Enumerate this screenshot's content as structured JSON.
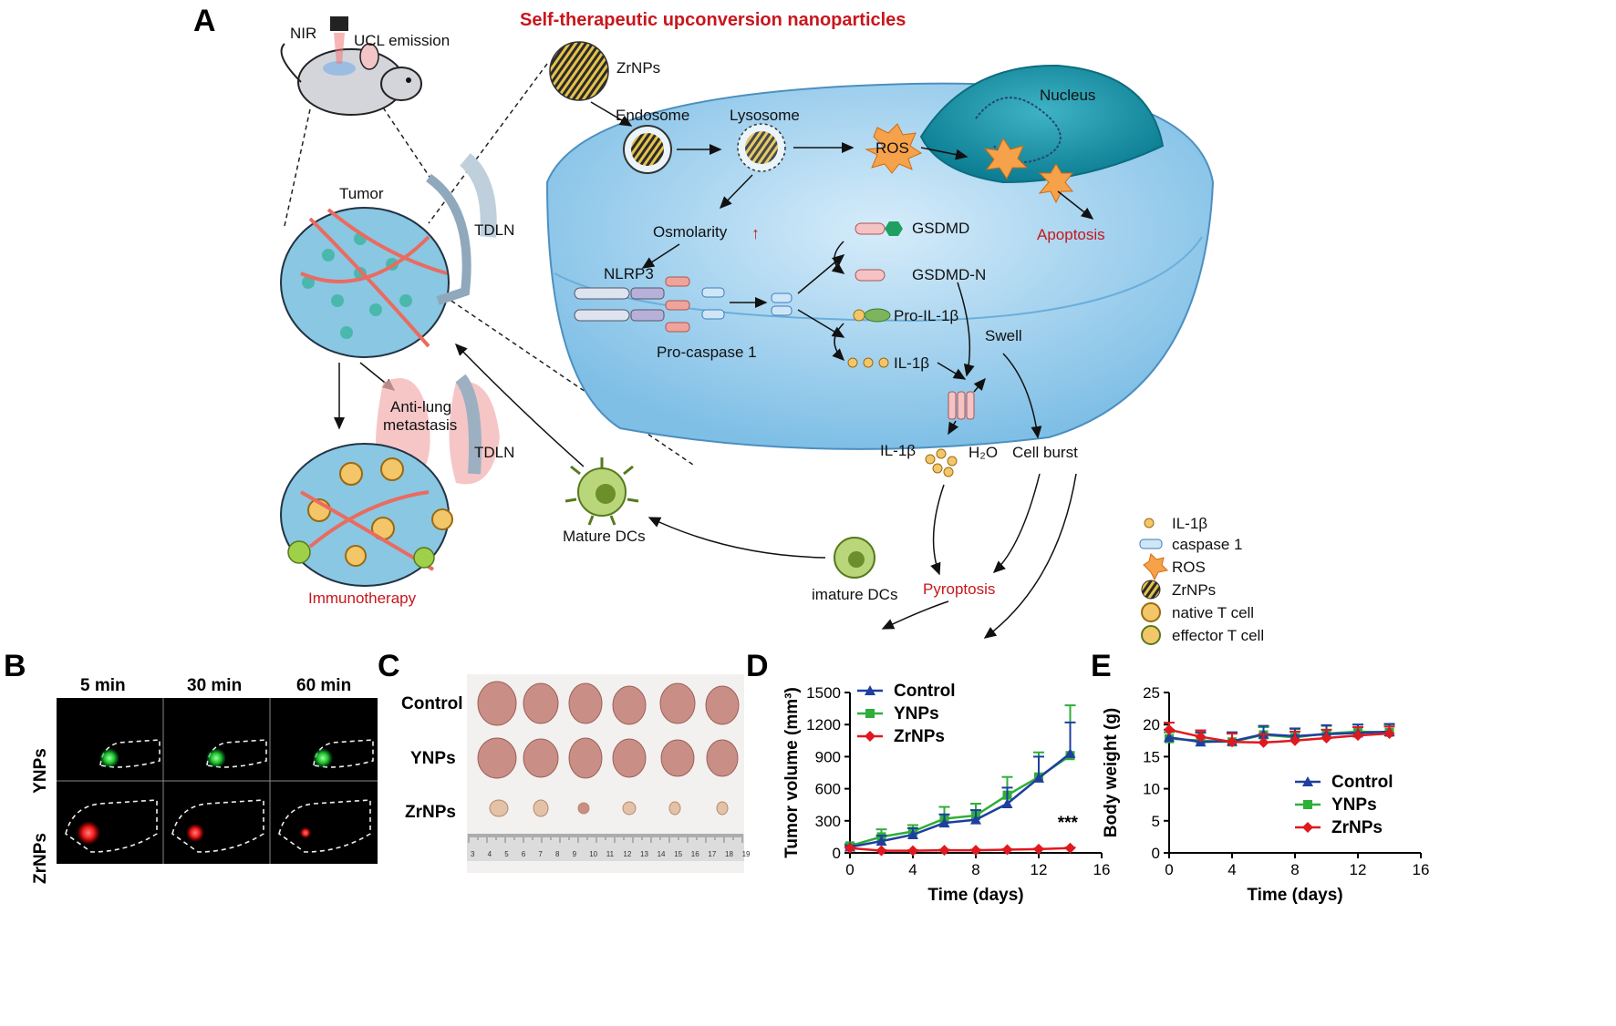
{
  "panels": {
    "a": "A",
    "b": "B",
    "c": "C",
    "d": "D",
    "e": "E"
  },
  "header_title": "Self-therapeutic upconversion nanoparticles",
  "schematic": {
    "nir": "NIR",
    "ucl_emission": "UCL emission",
    "tumor": "Tumor",
    "tdln": "TDLN",
    "anti_lung_line1": "Anti-lung",
    "anti_lung_line2": "metastasis",
    "tdln2": "TDLN",
    "immunotherapy": "Immunotherapy",
    "mature_dcs": "Mature DCs",
    "imature_dcs": "imature DCs",
    "zrnps": "ZrNPs",
    "endosome": "Endosome",
    "lysosome": "Lysosome",
    "ros": "ROS",
    "nucleus": "Nucleus",
    "apoptosis": "Apoptosis",
    "osmolarity": "Osmolarity",
    "nlrp3": "NLRP3",
    "pro_caspase": "Pro-caspase 1",
    "gsdmd": "GSDMD",
    "gsdmd_n": "GSDMD-N",
    "pro_il1b": "Pro-IL-1β",
    "il1b": "IL-1β",
    "swell": "Swell",
    "il1b_2": "IL-1β",
    "h2o": "H₂O",
    "cell_burst": "Cell burst",
    "pyroptosis": "Pyroptosis"
  },
  "legend_a": [
    "IL-1β",
    "caspase 1",
    "ROS",
    "ZrNPs",
    "native T cell",
    "effector T cell"
  ],
  "panel_b": {
    "times": [
      "5 min",
      "30 min",
      "60 min"
    ],
    "rows": [
      "YNPs",
      "ZrNPs"
    ],
    "row_colors": [
      "#1aa52a",
      "#e0191f"
    ]
  },
  "panel_c": {
    "rows": [
      "Control",
      "YNPs",
      "ZrNPs"
    ],
    "ruler_numbers": [
      "3",
      "4",
      "5",
      "6",
      "7",
      "8",
      "9",
      "10",
      "11",
      "12",
      "13",
      "14",
      "15",
      "16",
      "17",
      "18",
      "19"
    ]
  },
  "colors": {
    "control": "#1f3f9f",
    "ynps": "#2fae3a",
    "zrnps": "#e0191f",
    "red_text": "#c8161d"
  },
  "chart_data": [
    {
      "type": "line",
      "ylabel": "Tumor volume (mm³)",
      "xlabel": "Time (days)",
      "xlim": [
        0,
        16
      ],
      "ylim": [
        0,
        1500
      ],
      "xticks": [
        "0",
        "4",
        "8",
        "12",
        "16"
      ],
      "yticks": [
        "0",
        "300",
        "600",
        "900",
        "1200",
        "1500"
      ],
      "annotation": "***",
      "legend_position": "top-left",
      "x": [
        0,
        2,
        4,
        6,
        8,
        10,
        12,
        14
      ],
      "series": [
        {
          "name": "Control",
          "values": [
            55,
            110,
            170,
            280,
            310,
            460,
            700,
            930
          ],
          "errors": [
            15,
            50,
            60,
            80,
            90,
            150,
            200,
            290
          ]
        },
        {
          "name": "YNPs",
          "values": [
            65,
            150,
            200,
            320,
            350,
            540,
            710,
            910
          ],
          "errors": [
            20,
            70,
            60,
            110,
            110,
            170,
            230,
            470
          ]
        },
        {
          "name": "ZrNPs",
          "values": [
            45,
            20,
            20,
            25,
            25,
            30,
            35,
            45
          ],
          "errors": [
            5,
            5,
            5,
            5,
            5,
            5,
            5,
            5
          ]
        }
      ]
    },
    {
      "type": "line",
      "ylabel": "Body weight (g)",
      "xlabel": "Time (days)",
      "xlim": [
        0,
        16
      ],
      "ylim": [
        0,
        25
      ],
      "xticks": [
        "0",
        "4",
        "8",
        "12",
        "16"
      ],
      "yticks": [
        "0",
        "5",
        "10",
        "15",
        "20",
        "25"
      ],
      "legend_position": "bottom-right",
      "x": [
        0,
        2,
        4,
        6,
        8,
        10,
        12,
        14
      ],
      "series": [
        {
          "name": "Control",
          "values": [
            18.0,
            17.3,
            17.4,
            18.5,
            18.2,
            18.5,
            18.7,
            18.9
          ],
          "errors": [
            1.2,
            1.5,
            1.4,
            1.3,
            1.2,
            1.4,
            1.3,
            1.2
          ]
        },
        {
          "name": "YNPs",
          "values": [
            17.8,
            17.5,
            17.3,
            18.4,
            18.0,
            18.6,
            18.9,
            18.8
          ],
          "errors": [
            1.0,
            1.2,
            1.3,
            1.2,
            1.3,
            1.2,
            1.1,
            1.2
          ]
        },
        {
          "name": "ZrNPs",
          "values": [
            19.2,
            18.1,
            17.3,
            17.2,
            17.5,
            17.9,
            18.3,
            18.6
          ],
          "errors": [
            1.1,
            1.0,
            1.3,
            1.3,
            1.4,
            1.3,
            1.3,
            1.1
          ]
        }
      ]
    }
  ]
}
